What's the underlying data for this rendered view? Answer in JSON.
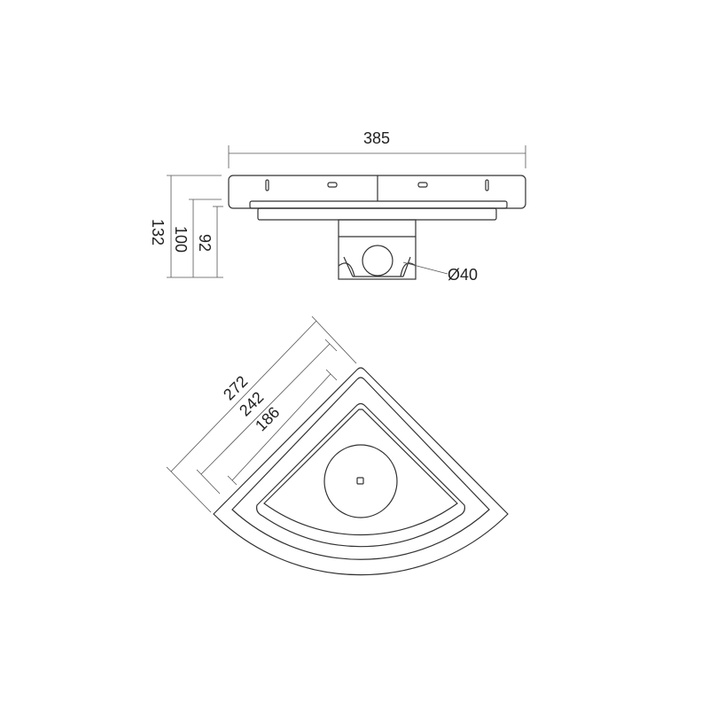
{
  "top_view": {
    "width_label": "385",
    "height_labels": [
      "132",
      "100",
      "92"
    ],
    "pipe_label": "Ø40"
  },
  "plan_view": {
    "dimension_labels": [
      "272",
      "242",
      "186"
    ]
  }
}
